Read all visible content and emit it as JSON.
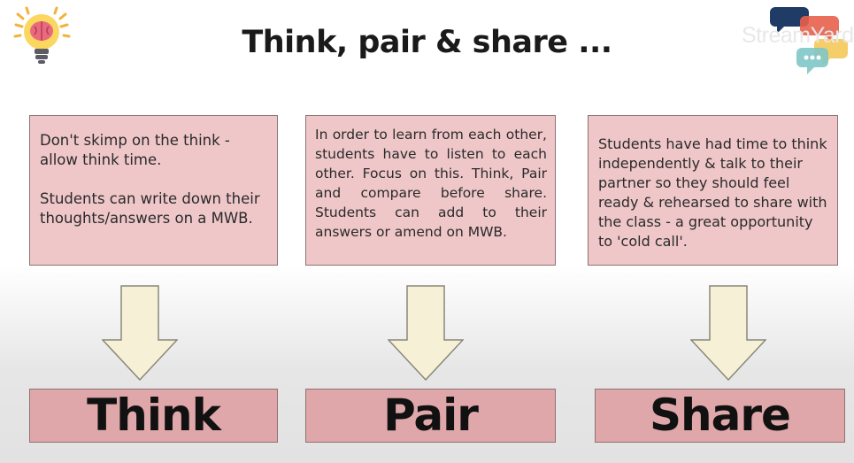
{
  "slide": {
    "title": "Think, pair & share ..."
  },
  "branding": {
    "watermark_text": "StreamYard"
  },
  "columns": [
    {
      "box_paragraphs": [
        "Don't skimp on the think - allow think time.",
        "Students can write down their thoughts/answers on a MWB."
      ],
      "label": "Think"
    },
    {
      "box_paragraphs": [
        "In order to learn from each other, students have to listen to each other. Focus on this. Think, Pair and compare before share. Students can add to their answers or amend on MWB."
      ],
      "label": "Pair"
    },
    {
      "box_paragraphs": [
        "Students have had time to think independently & talk to their partner so they should feel ready & rehearsed to share with the class - a great opportunity to 'cold call'."
      ],
      "label": "Share"
    }
  ],
  "colors": {
    "box_fill": "#efc7c9",
    "label_fill": "#dfa7a9",
    "arrow_fill": "#f6f1d6",
    "border": "#8d7273"
  },
  "icons": {
    "top_left": "lightbulb-brain-icon",
    "top_right": "streamyard-logo-icon",
    "flow": "down-arrow-icon"
  }
}
